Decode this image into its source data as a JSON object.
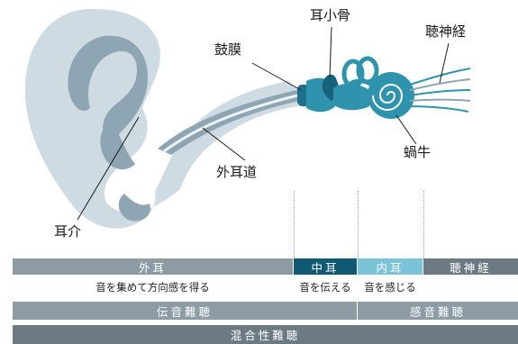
{
  "labels": {
    "ossicles": "耳小骨",
    "eardrum": "鼓膜",
    "auditory_nerve": "聴神経",
    "cochlea": "蝸牛",
    "ear_canal": "外耳道",
    "auricle": "耳介"
  },
  "regions": {
    "outer_ear": "外耳",
    "middle_ear": "中耳",
    "inner_ear": "内耳",
    "auditory_nerve": "聴神経"
  },
  "functions": {
    "outer": "音を集めて方向感を得る",
    "middle": "音を伝える",
    "inner": "音を感じる"
  },
  "hearing_loss": {
    "conductive": "伝音難聴",
    "sensorineural": "感音難聴",
    "mixed": "混合性難聴"
  },
  "colors": {
    "gray_band": "#8c9ba4",
    "middle_band": "#0f5a72",
    "inner_band": "#7ac3d9",
    "nerve_band": "#6b7a83",
    "ear_fill": "#cfdbe3",
    "ear_shade": "#8ea5b3",
    "teal": "#2f93ad"
  }
}
